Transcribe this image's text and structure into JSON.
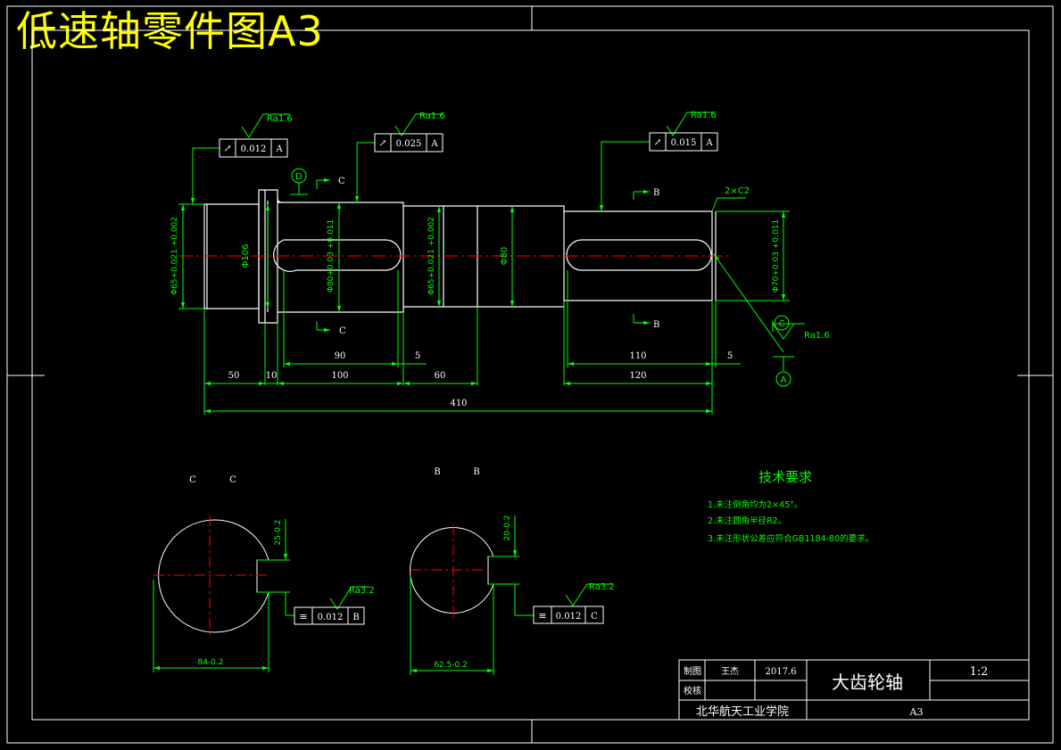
{
  "banner_title": "低速轴零件图A3",
  "colors": {
    "background": "#000000",
    "outline": "#ffffff",
    "dimension": "#00ff00",
    "centerline": "#ff0000",
    "banner": "#ffff00"
  },
  "tolerance_frames": {
    "left": {
      "symbol": "↗",
      "value": "0.012",
      "datum": "A"
    },
    "mid": {
      "symbol": "↗",
      "value": "0.025",
      "datum": "A"
    },
    "right": {
      "symbol": "↗",
      "value": "0.015",
      "datum": "A"
    },
    "sectionC": {
      "symbol": "≡",
      "value": "0.012",
      "datum": "B"
    },
    "sectionB": {
      "symbol": "≡",
      "value": "0.012",
      "datum": "C"
    }
  },
  "roughness": {
    "left": "Ra1.6",
    "mid": "Ra1.6",
    "right": "Ra1.6",
    "datumA": "Ra1.6",
    "secC": "Ra3.2",
    "secB": "Ra3.2"
  },
  "datums": {
    "D": "D",
    "C": "C",
    "A": "A"
  },
  "section_marks": {
    "c_top": "C",
    "c_bottom": "C",
    "b_top": "B",
    "b_bottom": "B"
  },
  "chamfer": "2×C2",
  "diameters": {
    "d1": "Φ65+0.021 +0.002",
    "d2": "Φ106",
    "d3": "Φ80+0.03 +0.011",
    "d4": "Φ65+0.021 +0.002",
    "d5": "Φ80",
    "d6": "Φ70+0.03 +0.011"
  },
  "lengths": {
    "l50": "50",
    "l10": "10",
    "l90": "90",
    "l100": "100",
    "l5a": "5",
    "l60": "60",
    "l110": "110",
    "l120": "120",
    "l5b": "5",
    "l410": "410"
  },
  "section_titles": {
    "c1": "C",
    "c2": "C",
    "b1": "B",
    "b2": "B"
  },
  "section_dims": {
    "c_depth": "25-0.2",
    "c_width": "84-0.2",
    "b_depth": "20-0.2",
    "b_width": "62.5-0.2"
  },
  "tech_req": {
    "title": "技术要求",
    "items": [
      "1.未注倒角均为2×45°。",
      "2.未注圆角半径R2。",
      "3.未注形状公差应符合GB1184-80的要求。"
    ]
  },
  "title_block": {
    "drawn_label": "制图",
    "drawn_by": "王杰",
    "date": "2017.6",
    "checked_label": "校核",
    "part_name": "大齿轮轴",
    "scale": "1:2",
    "school": "北华航天工业学院",
    "sheet": "A3"
  }
}
